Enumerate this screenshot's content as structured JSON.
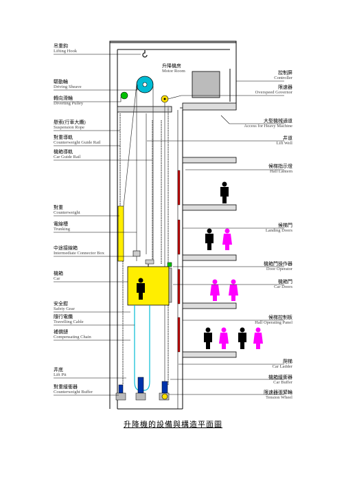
{
  "title": "升降機的設備與構造平面圖",
  "left_labels": [
    {
      "id": "lifting-hook",
      "zh": "吊重鈎",
      "en": "Lifting Hook"
    },
    {
      "id": "driving-sheave",
      "zh": "驅動輪",
      "en": "Driving Sheave"
    },
    {
      "id": "diverting-pulley",
      "zh": "轉向滑輪",
      "en": "Diverting Pulley"
    },
    {
      "id": "suspension-rope",
      "zh": "懸索(行車大纜)",
      "en": "Suspension Rope"
    },
    {
      "id": "counterweight-guide-rail",
      "zh": "對重導軌",
      "en": "Counterweight Guide Rail"
    },
    {
      "id": "car-guide-rail",
      "zh": "機箱導軌",
      "en": "Car Guide Rail"
    },
    {
      "id": "counterweight",
      "zh": "對重",
      "en": "Counterweight"
    },
    {
      "id": "trunking",
      "zh": "電線槽",
      "en": "Trunking"
    },
    {
      "id": "intermediate-connector-box",
      "zh": "中途接線箱",
      "en": "Intermediate Connector Box"
    },
    {
      "id": "car",
      "zh": "機箱",
      "en": "Car"
    },
    {
      "id": "safety-gear",
      "zh": "安全鉗",
      "en": "Safety Gear"
    },
    {
      "id": "travelling-cable",
      "zh": "隨行電纜",
      "en": "Travelling Cable"
    },
    {
      "id": "compensating-chain",
      "zh": "補償鏈",
      "en": "Compensating Chain"
    },
    {
      "id": "lift-pit",
      "zh": "井底",
      "en": "Lift Pit"
    },
    {
      "id": "counterweight-buffer",
      "zh": "對重緩衝器",
      "en": "Counterweight Buffer"
    }
  ],
  "right_labels": [
    {
      "id": "controller",
      "zh": "控制屏",
      "en": "Controller"
    },
    {
      "id": "overspeed-governor",
      "zh": "限速器",
      "en": "Overspeed Governor"
    },
    {
      "id": "access-heavy-machine",
      "zh": "大型機械通道",
      "en": "Access for Heavy Machine"
    },
    {
      "id": "lift-well",
      "zh": "井道",
      "en": "Lift Well"
    },
    {
      "id": "hall-lantern",
      "zh": "候梯指示燈",
      "en": "Hall Lantern"
    },
    {
      "id": "landing-doors",
      "zh": "候梯門",
      "en": "Landing Doors"
    },
    {
      "id": "door-operator",
      "zh": "機箱門操作器",
      "en": "Door Operator"
    },
    {
      "id": "car-doors",
      "zh": "機箱門",
      "en": "Car Doors"
    },
    {
      "id": "hall-operating-panel",
      "zh": "候梯控制板",
      "en": "Hall Operating Panel"
    },
    {
      "id": "car-ladder",
      "zh": "爬梯",
      "en": "Car Ladder"
    },
    {
      "id": "car-buffer",
      "zh": "機箱緩衝器",
      "en": "Car Buffer"
    },
    {
      "id": "tension-wheel",
      "zh": "限速器張緊輪",
      "en": "Tension Wheel"
    }
  ],
  "motor_room": {
    "zh": "升降機房",
    "en": "Motor Room"
  },
  "colors": {
    "car": "#ffee00",
    "counterweight": "#ffee00",
    "person_black": "#000000",
    "person_magenta": "#ff00ff",
    "pulley": "#00bcd4",
    "diverting": "#00c000",
    "rope": "#666666"
  }
}
